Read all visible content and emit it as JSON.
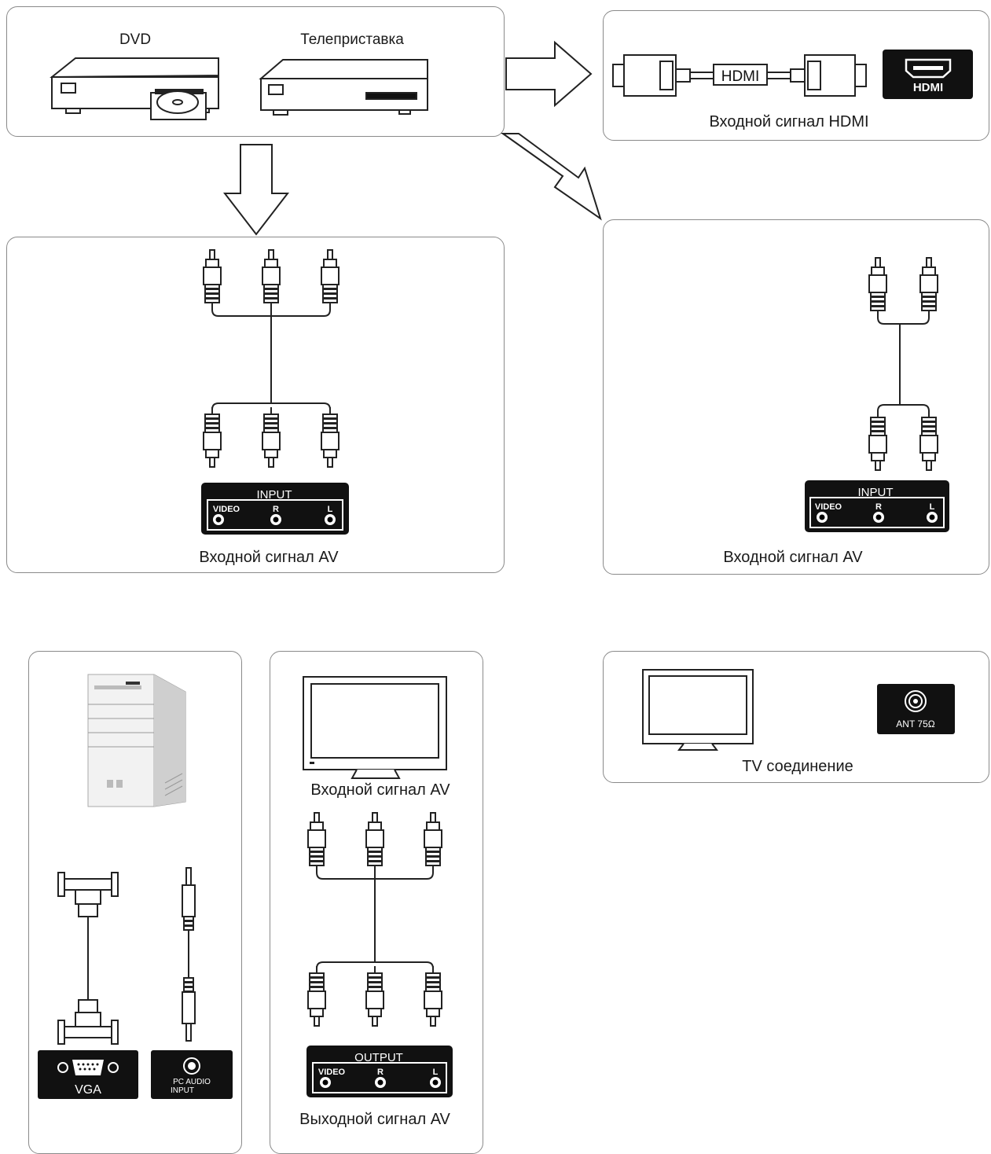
{
  "top_panel": {
    "dvd_label": "DVD",
    "stb_label": "Телеприставка"
  },
  "hdmi_panel": {
    "cable_label": "HDMI",
    "port_label": "HDMI",
    "caption": "Входной сигнал HDMI"
  },
  "av_panel_left": {
    "port_title": "INPUT",
    "jack_labels": [
      "VIDEO",
      "R",
      "L"
    ],
    "caption": "Входной сигнал AV"
  },
  "av_panel_right": {
    "port_title": "INPUT",
    "jack_labels": [
      "VIDEO",
      "R",
      "L"
    ],
    "caption": "Входной сигнал AV"
  },
  "pc_panel": {
    "vga_label": "VGA",
    "audio_label_1": "PC AUDIO",
    "audio_label_2": "INPUT"
  },
  "av_output_panel": {
    "top_caption": "Входной сигнал AV",
    "port_title": "OUTPUT",
    "jack_labels": [
      "VIDEO",
      "R",
      "L"
    ],
    "caption": "Выходной сигнал AV"
  },
  "tv_panel": {
    "ant_label": "ANT 75Ω",
    "caption": "TV соединение"
  }
}
